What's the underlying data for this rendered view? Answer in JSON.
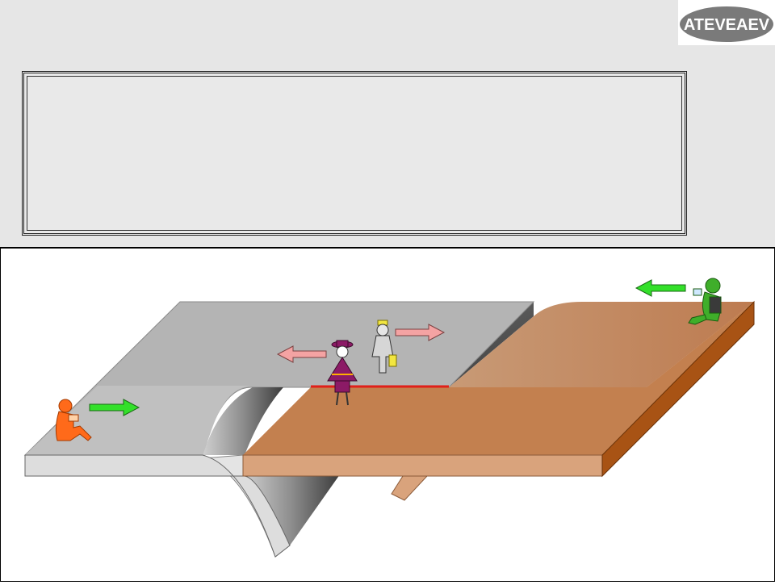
{
  "logo": {
    "text": "ATEVEAEV",
    "icon": "brand-logo"
  },
  "diagram": {
    "subject": "plate-boundary-block",
    "colors": {
      "gray_plate_top": "#b7b7b7",
      "gray_plate_side": "#dcdcdc",
      "brown_plate_top": "#c17f55",
      "brown_plate_side": "#d9a37c",
      "boundary_line": "#e0201a",
      "arrow_green": "#33e02a",
      "arrow_pink": "#f4a3a3"
    },
    "figures": [
      {
        "name": "person-sitting-left",
        "color": "#ff6a1a"
      },
      {
        "name": "person-poncho",
        "color": "#8c1a66"
      },
      {
        "name": "person-standing-suitcase",
        "color": "#cfcfcf"
      },
      {
        "name": "person-sitting-right",
        "color": "#3fae2a"
      }
    ]
  }
}
